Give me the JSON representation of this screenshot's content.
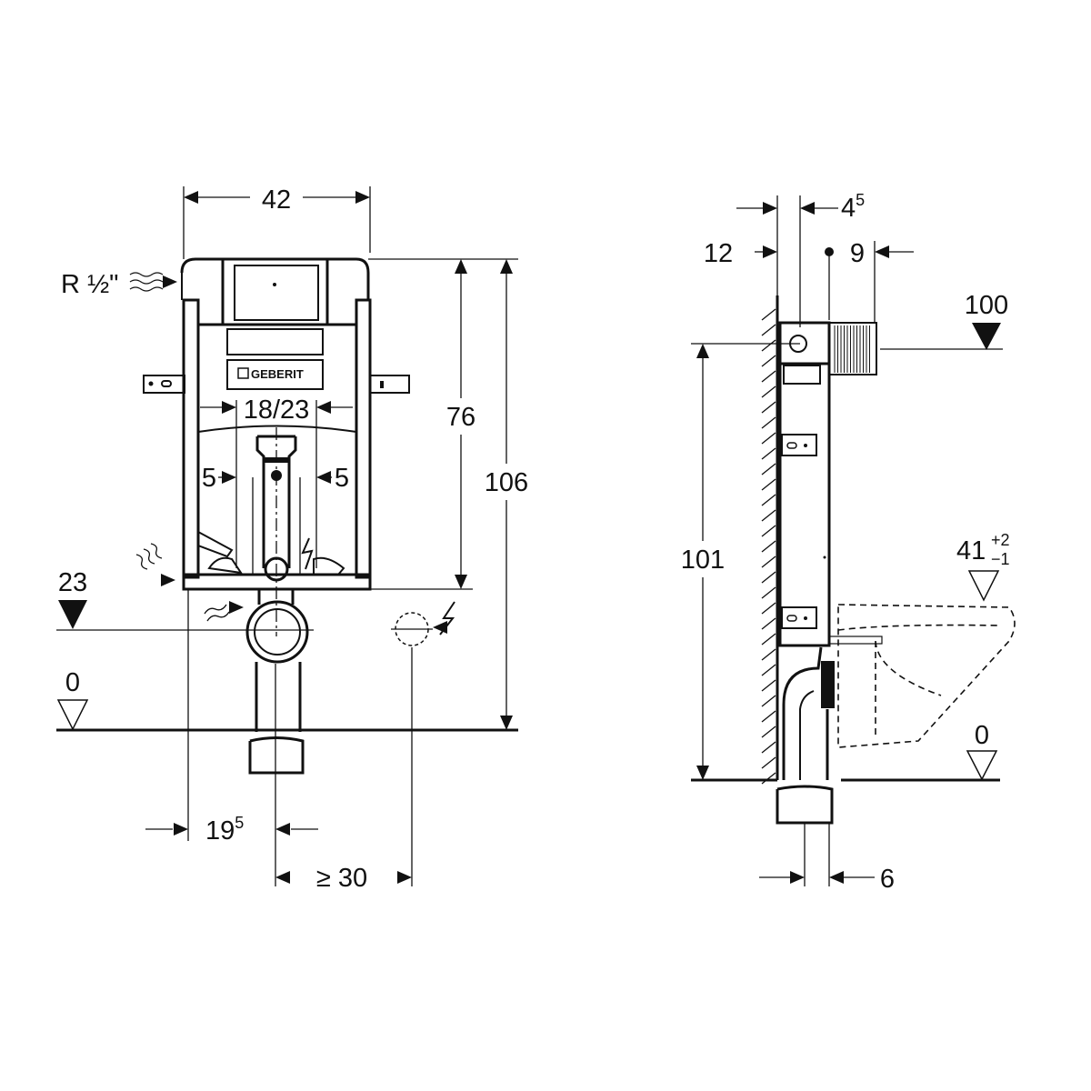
{
  "front_view": {
    "width_label": "42",
    "water_inlet_label": "R ½\"",
    "brand_label": "GEBERIT",
    "flush_spacing_label": "18/23",
    "left_offset_label": "5",
    "right_offset_label": "5",
    "actuator_height_label": "76",
    "total_height_label": "106",
    "drain_height_label": "23",
    "floor_level_label": "0",
    "offset_base": "19",
    "offset_sup": "5",
    "min_distance_label": "≥ 30"
  },
  "side_view": {
    "depth_base": "4",
    "depth_sup": "5",
    "wall_offset_label": "12",
    "cistern_depth_label": "9",
    "top_level_label": "100",
    "frame_height_label": "101",
    "seat_height_base": "41",
    "seat_tol_plus": "+2",
    "seat_tol_minus": "−1",
    "floor_level_label": "0",
    "pipe_offset_label": "6"
  }
}
